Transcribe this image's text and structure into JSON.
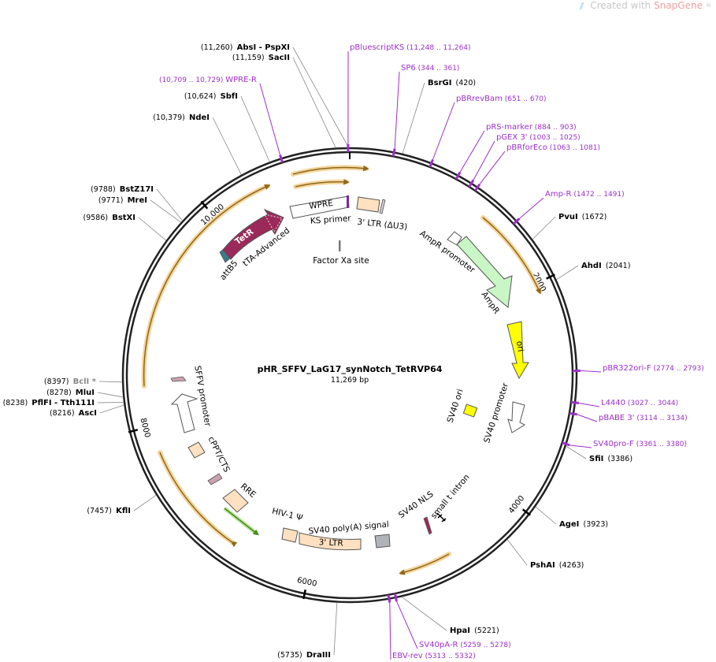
{
  "brand": {
    "prefix": "Created with ",
    "product": "SnapGene",
    "mark": "®",
    "icon": "snapgene-logo-icon"
  },
  "plasmid": {
    "name": "pHR_SFFV_LaG17_synNotch_TetRVP64",
    "size_label": "11,269 bp",
    "length": 11269
  },
  "ticks": [
    {
      "pos": 2000,
      "label": "2000"
    },
    {
      "pos": 4000,
      "label": "4000"
    },
    {
      "pos": 6000,
      "label": "6000"
    },
    {
      "pos": 8000,
      "label": "8000"
    },
    {
      "pos": 10000,
      "label": "10,000"
    }
  ],
  "sites": [
    {
      "name": "AbsI",
      "extra": " - PspXI",
      "pos": "(11,260)",
      "bp": 11260,
      "side": "left",
      "gray": false
    },
    {
      "name": "SacII",
      "pos": "(11,159)",
      "bp": 11159,
      "side": "left",
      "gray": false
    },
    {
      "name": "BsrGI",
      "pos": "(420)",
      "bp": 420,
      "side": "right",
      "gray": false
    },
    {
      "name": "PvuI",
      "pos": "(1672)",
      "bp": 1672,
      "side": "right",
      "gray": false
    },
    {
      "name": "AhdI",
      "pos": "(2041)",
      "bp": 2041,
      "side": "right",
      "gray": false
    },
    {
      "name": "SfiI",
      "pos": "(3386)",
      "bp": 3386,
      "side": "right",
      "gray": false
    },
    {
      "name": "AgeI",
      "pos": "(3923)",
      "bp": 3923,
      "side": "right",
      "gray": false
    },
    {
      "name": "PshAI",
      "pos": "(4263)",
      "bp": 4263,
      "side": "right",
      "gray": false
    },
    {
      "name": "HpaI",
      "pos": "(5221)",
      "bp": 5221,
      "side": "right",
      "gray": false
    },
    {
      "name": "DraIII",
      "pos": "(5735)",
      "bp": 5735,
      "side": "left",
      "gray": false
    },
    {
      "name": "KflI",
      "pos": "(7457)",
      "bp": 7457,
      "side": "left",
      "gray": false
    },
    {
      "name": "AscI",
      "pos": "(8216)",
      "bp": 8216,
      "side": "left",
      "gray": false
    },
    {
      "name": "PflFI",
      "extra": " - Tth111I",
      "pos": "(8238)",
      "bp": 8238,
      "side": "left",
      "gray": false
    },
    {
      "name": "MluI",
      "pos": "(8278)",
      "bp": 8278,
      "side": "left",
      "gray": false
    },
    {
      "name": "BclI *",
      "pos": "(8397)",
      "bp": 8397,
      "side": "left",
      "gray": true
    },
    {
      "name": "BstXI",
      "pos": "(9586)",
      "bp": 9586,
      "side": "left",
      "gray": false
    },
    {
      "name": "MreI",
      "pos": "(9771)",
      "bp": 9771,
      "side": "left",
      "gray": false
    },
    {
      "name": "BstZ17I",
      "pos": "(9788)",
      "bp": 9788,
      "side": "left",
      "gray": false
    },
    {
      "name": "NdeI",
      "pos": "(10,379)",
      "bp": 10379,
      "side": "left",
      "gray": false
    },
    {
      "name": "SbfI",
      "pos": "(10,624)",
      "bp": 10624,
      "side": "left",
      "gray": false
    }
  ],
  "primers": [
    {
      "name": "pBluescriptKS",
      "pos": "(11,248 .. 11,264)",
      "bp": 11256,
      "side": "right"
    },
    {
      "name": "SP6",
      "pos": "(344 .. 361)",
      "bp": 352,
      "side": "right"
    },
    {
      "name": "pBRrevBam",
      "pos": "(651 .. 670)",
      "bp": 660,
      "side": "right"
    },
    {
      "name": "pRS-marker",
      "pos": "(884 .. 903)",
      "bp": 893,
      "side": "right"
    },
    {
      "name": "pGEX 3'",
      "pos": "(1003 .. 1025)",
      "bp": 1014,
      "side": "right"
    },
    {
      "name": "pBRforEco",
      "pos": "(1063 .. 1081)",
      "bp": 1072,
      "side": "right"
    },
    {
      "name": "Amp-R",
      "pos": "(1472 .. 1491)",
      "bp": 1481,
      "side": "right"
    },
    {
      "name": "pBR322ori-F",
      "pos": "(2774 .. 2793)",
      "bp": 2783,
      "side": "right"
    },
    {
      "name": "L4440",
      "pos": "(3027 .. 3044)",
      "bp": 3035,
      "side": "right"
    },
    {
      "name": "pBABE 3'",
      "pos": "(3114 .. 3134)",
      "bp": 3124,
      "side": "right"
    },
    {
      "name": "SV40pro-F",
      "pos": "(3361 .. 3380)",
      "bp": 3370,
      "side": "right"
    },
    {
      "name": "SV40pA-R",
      "pos": "(5259 .. 5278)",
      "bp": 5268,
      "side": "right"
    },
    {
      "name": "EBV-rev",
      "pos": "(5313 .. 5332)",
      "bp": 5322,
      "side": "right"
    },
    {
      "name": "WPRE-R",
      "pos": "(10,709 .. 10,729)",
      "bp": 10719,
      "side": "left"
    }
  ],
  "features": [
    {
      "label": "WPRE",
      "kind": "box"
    },
    {
      "label": "KS primer",
      "kind": "primer"
    },
    {
      "label": "3' LTR (ΔU3)",
      "kind": "ltr"
    },
    {
      "label": "Factor Xa site",
      "kind": "site"
    },
    {
      "label": "AmpR promoter",
      "kind": "promoter"
    },
    {
      "label": "AmpR",
      "kind": "cds"
    },
    {
      "label": "ori",
      "kind": "ori"
    },
    {
      "label": "SV40 ori",
      "kind": "ori"
    },
    {
      "label": "SV40 promoter",
      "kind": "promoter"
    },
    {
      "label": "SV40 NLS",
      "kind": "signal"
    },
    {
      "label": "small t intron",
      "kind": "intron"
    },
    {
      "label": "SV40 poly(A) signal",
      "kind": "polyA"
    },
    {
      "label": "3' LTR",
      "kind": "ltr"
    },
    {
      "label": "HIV-1 Ψ",
      "kind": "signal"
    },
    {
      "label": "RRE",
      "kind": "box"
    },
    {
      "label": "cPPT/CTS",
      "kind": "box"
    },
    {
      "label": "SFFV promoter",
      "kind": "promoter"
    },
    {
      "label": "attB5",
      "kind": "site"
    },
    {
      "label": "tTA-Advanced",
      "kind": "cds"
    },
    {
      "label": "TetR",
      "kind": "cds"
    }
  ],
  "colors": {
    "primer": "#9b30c8",
    "orf_halo": "#f7d49b",
    "orf_line": "#8a6a1e",
    "ampr": "#c8f7c5",
    "ori": "#ffff00",
    "ltr": "#ffe0c0",
    "tetr": "#9b2a5a",
    "polyA": "#b0b4b8",
    "rre": "#ffe0c0",
    "nls": "#9b2a5a",
    "hiv_arrow": "#4a8a1a"
  }
}
